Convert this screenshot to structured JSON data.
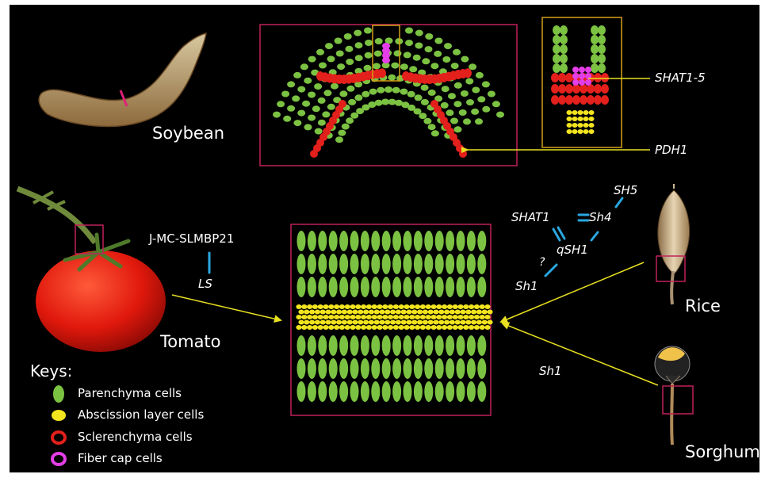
{
  "labels": {
    "soybean": "Soybean",
    "tomato": "Tomato",
    "rice": "Rice",
    "sorghum": "Sorghum"
  },
  "genes": {
    "shat1_5": "SHAT1-5",
    "pdh1": "PDH1",
    "j_mc_slmbp21": "J-MC-SLMBP21",
    "ls": "LS",
    "sh5": "SH5",
    "shat1": "SHAT1",
    "sh4": "Sh4",
    "qsh1": "qSH1",
    "question": "?",
    "sh1_rice": "Sh1",
    "sh1_sorghum": "Sh1"
  },
  "keys": {
    "title": "Keys:",
    "items": [
      {
        "label": "Parenchyma cells",
        "color": "#7cc242"
      },
      {
        "label": "Abscission layer cells",
        "color": "#f2e51f"
      },
      {
        "label": "Sclerenchyma cells",
        "color": "#e3201b"
      },
      {
        "label": "Fiber cap cells",
        "color": "#e43ee8"
      }
    ]
  },
  "colors": {
    "background": "#000000",
    "frame": "#c0205a",
    "highlight": "#d4a017",
    "arrow": "#e8e020",
    "gene_link": "#2aa7e0"
  }
}
